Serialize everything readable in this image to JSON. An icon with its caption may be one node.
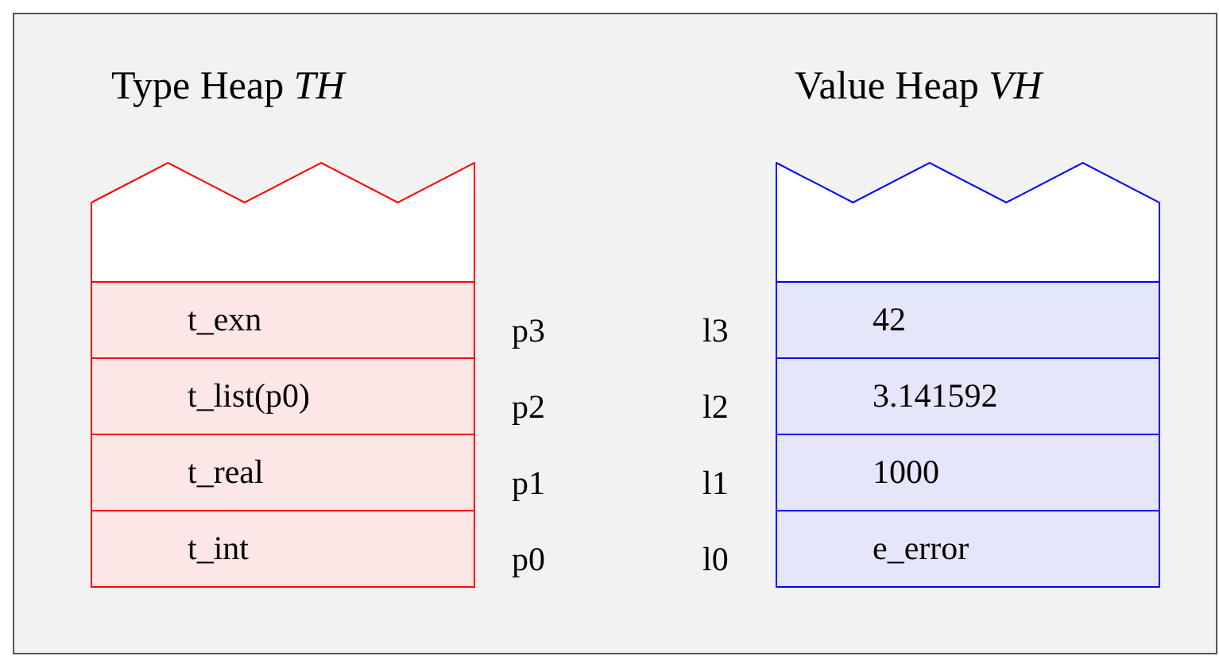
{
  "diagram": {
    "nodes": [
      {
        "text": [
          "Type Heap *TH*"
        ]
      },
      {
        "text": [
          "t_exn"
        ],
        "in": 0
      },
      {
        "text": [
          "t_list(p0)"
        ],
        "in": 0
      },
      {
        "text": [
          "t_real"
        ],
        "in": 0
      },
      {
        "text": [
          "t_int"
        ],
        "in": 0
      },
      {
        "text": [
          "Value Heap *VH*"
        ]
      },
      {
        "text": [
          "42"
        ],
        "in": 5
      },
      {
        "text": [
          "3.141592"
        ],
        "in": 5
      },
      {
        "text": [
          "1000"
        ],
        "in": 5
      },
      {
        "text": [
          "e_error"
        ],
        "in": 5
      }
    ],
    "edges": [],
    "labels": [
      "p3",
      "l3",
      "p2",
      "l2",
      "p1",
      "l1",
      "p0",
      "l0"
    ]
  }
}
